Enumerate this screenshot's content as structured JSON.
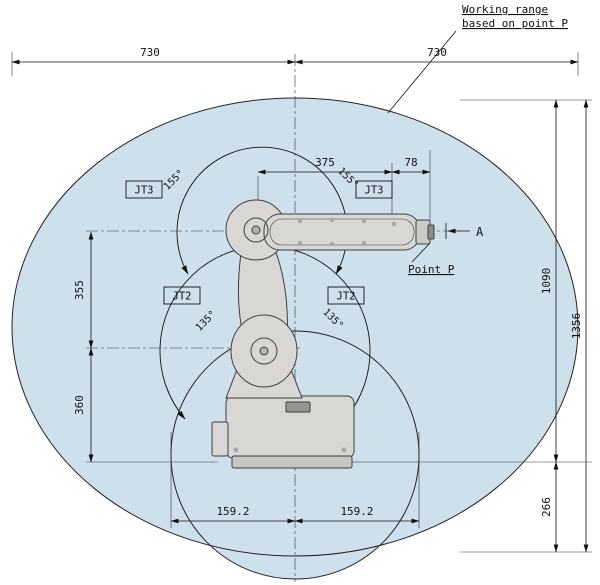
{
  "annotation": {
    "title_line1": "Working range",
    "title_line2": "based on point P",
    "point_p": "Point P",
    "view_label": "A"
  },
  "dimensions": {
    "top_left": "730",
    "top_right": "730",
    "mid_left": "375",
    "mid_right": "78",
    "left_upper": "355",
    "left_lower": "360",
    "right_inner": "1090",
    "right_outer": "1356",
    "right_lower": "266",
    "bottom_left": "159.2",
    "bottom_right": "159.2"
  },
  "joints": {
    "jt3_left": "JT3",
    "jt3_right": "JT3",
    "jt3_angle_left": "155°",
    "jt3_angle_right": "155°",
    "jt2_left": "JT2",
    "jt2_right": "JT2",
    "jt2_angle_left": "135°",
    "jt2_angle_right": "135°"
  },
  "colors": {
    "working_range_fill": "#cfe0ed",
    "outline": "#1a1a1a",
    "robot_fill": "#d8d7d3"
  }
}
